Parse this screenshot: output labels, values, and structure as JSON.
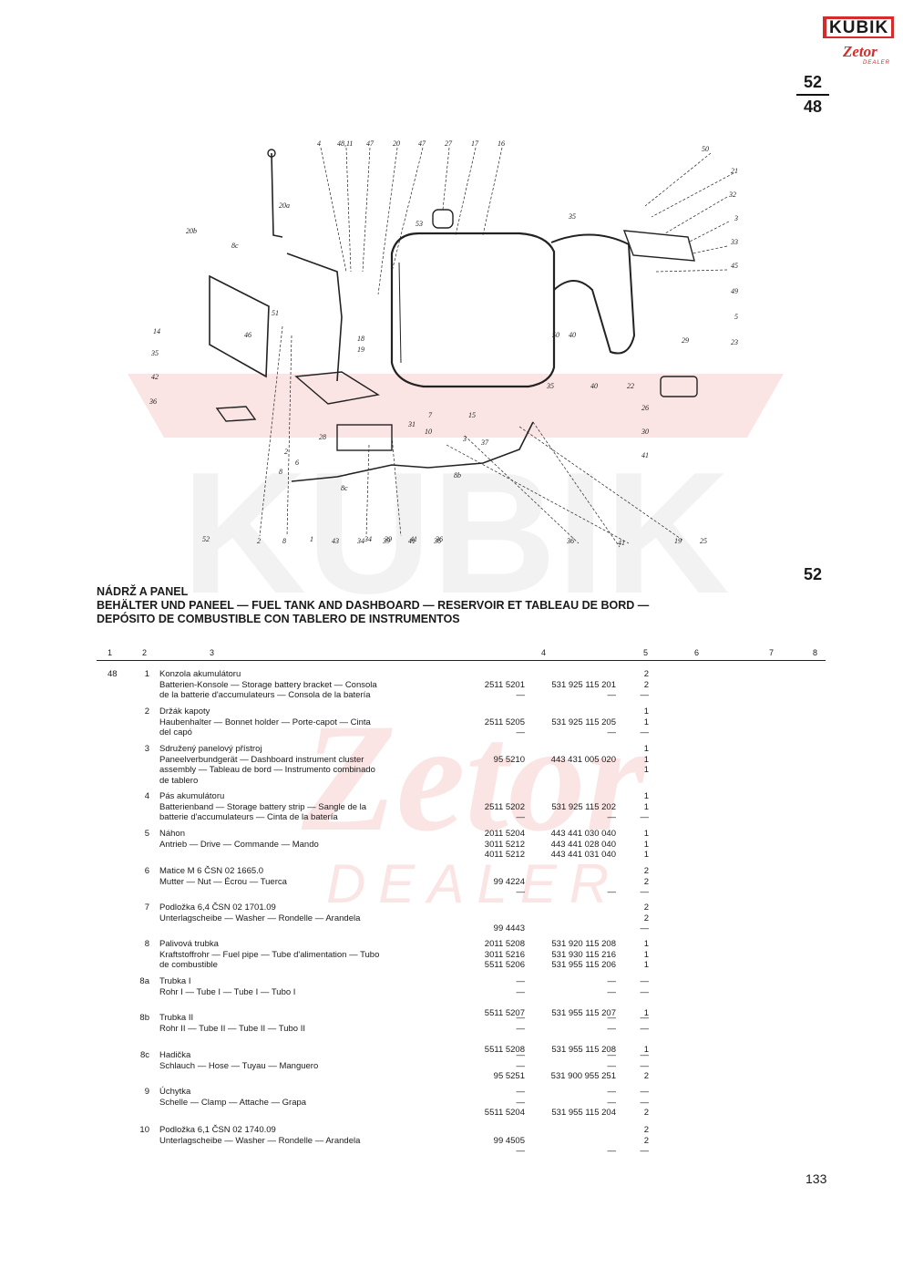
{
  "logo": {
    "brand": "KUBIK",
    "sub": "Zetor",
    "dealer": "DEALER"
  },
  "page_ref": {
    "top": "52",
    "bottom": "48"
  },
  "plate_number": "52",
  "watermark": {
    "top": "KUBIK",
    "middle": "Zetor",
    "bottom": "DEALER"
  },
  "diagram_labels": [
    "4",
    "48,11",
    "47",
    "20",
    "47",
    "27",
    "17",
    "16",
    "50",
    "21",
    "32",
    "3",
    "33",
    "45",
    "49",
    "5",
    "23",
    "29",
    "20a",
    "20b",
    "8c",
    "46",
    "51",
    "14",
    "35",
    "42",
    "36",
    "53",
    "35",
    "18",
    "19",
    "2",
    "6",
    "8",
    "8b",
    "8c",
    "22",
    "40",
    "50",
    "40",
    "35",
    "26",
    "30",
    "41",
    "15",
    "31",
    "28",
    "7",
    "10",
    "3",
    "37",
    "34",
    "39",
    "41",
    "36",
    "36",
    "41",
    "19",
    "25",
    "52",
    "2",
    "8",
    "1",
    "43",
    "34",
    "39",
    "41",
    "36"
  ],
  "titles": {
    "line1": "NÁDRŽ A PANEL",
    "line2": "BEHÄLTER UND PANEEL — FUEL TANK AND DASHBOARD — RESERVOIR ET TABLEAU DE BORD —",
    "line3": "DEPÓSITO DE COMBUSTIBLE CON TABLERO DE INSTRUMENTOS"
  },
  "column_headers": [
    "1",
    "2",
    "3",
    "4",
    "5",
    "6",
    "7",
    "8"
  ],
  "group": "48",
  "items": [
    {
      "pos": "1",
      "lines": [
        "Konzola akumulátoru",
        "Batterien-Konsole — Storage battery bracket — Consola",
        "de la batterie d'accumulateurs — Consola de la batería"
      ],
      "c3": [
        "",
        "2511 5201",
        "—"
      ],
      "c4": [
        "",
        "531 925 115 201",
        "—"
      ],
      "c5": [
        "2",
        "2",
        "—"
      ]
    },
    {
      "pos": "2",
      "lines": [
        "Držák kapoty",
        "Haubenhalter — Bonnet holder — Porte-capot — Cinta",
        "del capó"
      ],
      "c3": [
        "",
        "2511 5205",
        "—"
      ],
      "c4": [
        "",
        "531 925 115 205",
        "—"
      ],
      "c5": [
        "1",
        "1",
        "—"
      ]
    },
    {
      "pos": "3",
      "lines": [
        "Sdružený panelový přístroj",
        "Paneelverbundgerät — Dashboard instrument cluster",
        "assembly — Tableau de bord — Instrumento combinado",
        "de tablero"
      ],
      "c3": [
        "",
        "95 5210",
        "",
        ""
      ],
      "c4": [
        "",
        "443 431 005 020",
        "",
        ""
      ],
      "c5": [
        "1",
        "1",
        "1",
        ""
      ]
    },
    {
      "pos": "4",
      "lines": [
        "Pás akumulátoru",
        "Batterienband — Storage battery strip — Sangle de la",
        "batterie d'accumulateurs — Cinta de la batería"
      ],
      "c3": [
        "",
        "2511 5202",
        "—"
      ],
      "c4": [
        "",
        "531 925 115 202",
        "—"
      ],
      "c5": [
        "1",
        "1",
        "—"
      ]
    },
    {
      "pos": "5",
      "lines": [
        "Náhon",
        "Antrieb — Drive — Commande — Mando",
        ""
      ],
      "c3": [
        "2011 5204",
        "3011 5212",
        "4011 5212"
      ],
      "c4": [
        "443 441 030 040",
        "443 441 028 040",
        "443 441 031 040"
      ],
      "c5": [
        "1",
        "1",
        "1"
      ]
    },
    {
      "pos": "6",
      "lines": [
        "Matice M 6   ČSN 02 1665.0",
        "Mutter — Nut — Écrou — Tuerca",
        ""
      ],
      "c3": [
        "",
        "99 4224",
        "—"
      ],
      "c4": [
        "",
        "",
        "—"
      ],
      "c5": [
        "2",
        "2",
        "—"
      ]
    },
    {
      "pos": "7",
      "lines": [
        "Podložka 6,4   ČSN 02 1701.09",
        "Unterlagscheibe — Washer — Rondelle — Arandela",
        ""
      ],
      "c3": [
        "",
        "",
        "99 4443"
      ],
      "c4": [
        "",
        "",
        ""
      ],
      "c5": [
        "2",
        "2",
        "—"
      ]
    },
    {
      "pos": "8",
      "lines": [
        "Palivová trubka",
        "Kraftstoffrohr — Fuel pipe — Tube d'alimentation — Tubo",
        "de combustible"
      ],
      "c3": [
        "2011 5208",
        "3011 5216",
        "5511 5206"
      ],
      "c4": [
        "531 920 115 208",
        "531 930 115 216",
        "531 955 115 206"
      ],
      "c5": [
        "1",
        "1",
        "1"
      ]
    },
    {
      "pos": "8a",
      "lines": [
        "Trubka I",
        "Rohr I — Tube I — Tube I — Tubo I",
        "",
        ""
      ],
      "c3": [
        "—",
        "—",
        "",
        "5511 5207"
      ],
      "c4": [
        "—",
        "—",
        "",
        "531 955 115 207"
      ],
      "c5": [
        "—",
        "—",
        "",
        "1"
      ]
    },
    {
      "pos": "8b",
      "lines": [
        "Trubka II",
        "Rohr II — Tube II — Tube II — Tubo II",
        "",
        ""
      ],
      "c3": [
        "—",
        "—",
        "",
        "5511 5208"
      ],
      "c4": [
        "—",
        "—",
        "",
        "531 955 115 208"
      ],
      "c5": [
        "—",
        "—",
        "",
        "1"
      ]
    },
    {
      "pos": "8c",
      "lines": [
        "Hadička",
        "Schlauch — Hose — Tuyau — Manguero",
        ""
      ],
      "c3": [
        "—",
        "—",
        "95 5251"
      ],
      "c4": [
        "—",
        "—",
        "531 900 955 251"
      ],
      "c5": [
        "—",
        "—",
        "2"
      ]
    },
    {
      "pos": "9",
      "lines": [
        "Úchytka",
        "Schelle — Clamp — Attache — Grapa",
        ""
      ],
      "c3": [
        "—",
        "—",
        "5511 5204"
      ],
      "c4": [
        "—",
        "—",
        "531 955 115 204"
      ],
      "c5": [
        "—",
        "—",
        "2"
      ]
    },
    {
      "pos": "10",
      "lines": [
        "Podložka 6,1   ČSN 02 1740.09",
        "Unterlagscheibe — Washer — Rondelle — Arandela",
        ""
      ],
      "c3": [
        "",
        "99 4505",
        "—"
      ],
      "c4": [
        "",
        "",
        "—"
      ],
      "c5": [
        "2",
        "2",
        "—"
      ]
    }
  ],
  "page_number": "133"
}
